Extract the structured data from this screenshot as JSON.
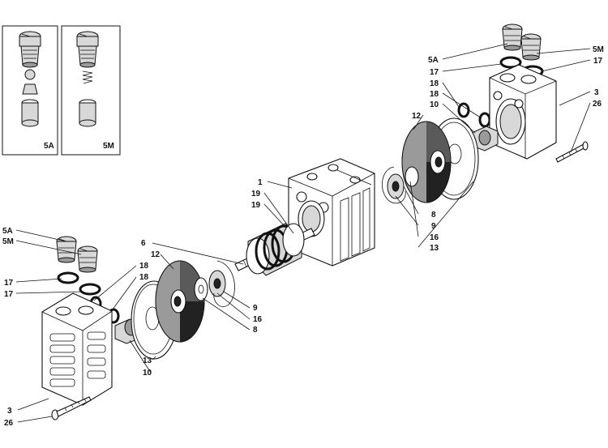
{
  "inset_boxes": [
    {
      "label": "5A"
    },
    {
      "label": "5M"
    }
  ],
  "callouts": {
    "left_5A": "5A",
    "left_5M": "5M",
    "left_17a": "17",
    "left_17b": "17",
    "left_18a": "18",
    "left_18b": "18",
    "left_12": "12",
    "left_6": "6",
    "left_13": "13",
    "left_10": "10",
    "left_9": "9",
    "left_16": "16",
    "left_8": "8",
    "left_3": "3",
    "left_26": "26",
    "center_1": "1",
    "center_19a": "19",
    "center_19b": "19",
    "right_5A": "5A",
    "right_5M": "5M",
    "right_17a": "17",
    "right_17b": "17",
    "right_18a": "18",
    "right_18b": "18",
    "right_10": "10",
    "right_12": "12",
    "right_3": "3",
    "right_26": "26",
    "right_8": "8",
    "right_9": "9",
    "right_16": "16",
    "right_13": "13"
  }
}
